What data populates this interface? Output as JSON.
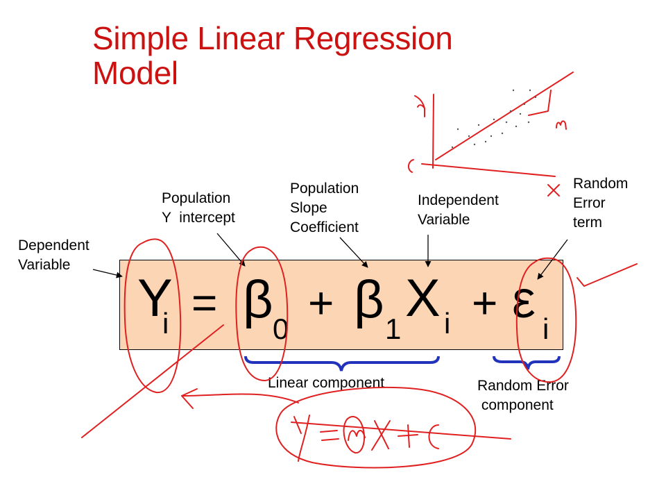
{
  "title_line1": "Simple Linear Regression",
  "title_line2": "Model",
  "labels": {
    "dependent_variable": "Dependent\nVariable",
    "population_y_intercept": "Population\nY  intercept",
    "population_slope_coefficient": "Population\nSlope\nCoefficient",
    "independent_variable": "Independent\nVariable",
    "random_error_term": "Random\nError\nterm",
    "linear_component": "Linear component",
    "random_error_component": "Random Error\n component"
  },
  "equation": {
    "y": "Y",
    "y_sub": "i",
    "equals": "=",
    "beta0": "β",
    "beta0_sub": "0",
    "plus1": "+",
    "beta1": "β",
    "beta1_sub": "1",
    "x": "X",
    "x_sub": "i",
    "plus2": "+",
    "epsilon": "ε",
    "epsilon_sub": "i"
  },
  "colors": {
    "title": "#cc1111",
    "equation_box_fill": "#fcd5b4",
    "brace": "#2233bb",
    "annotation": "#e02020"
  }
}
